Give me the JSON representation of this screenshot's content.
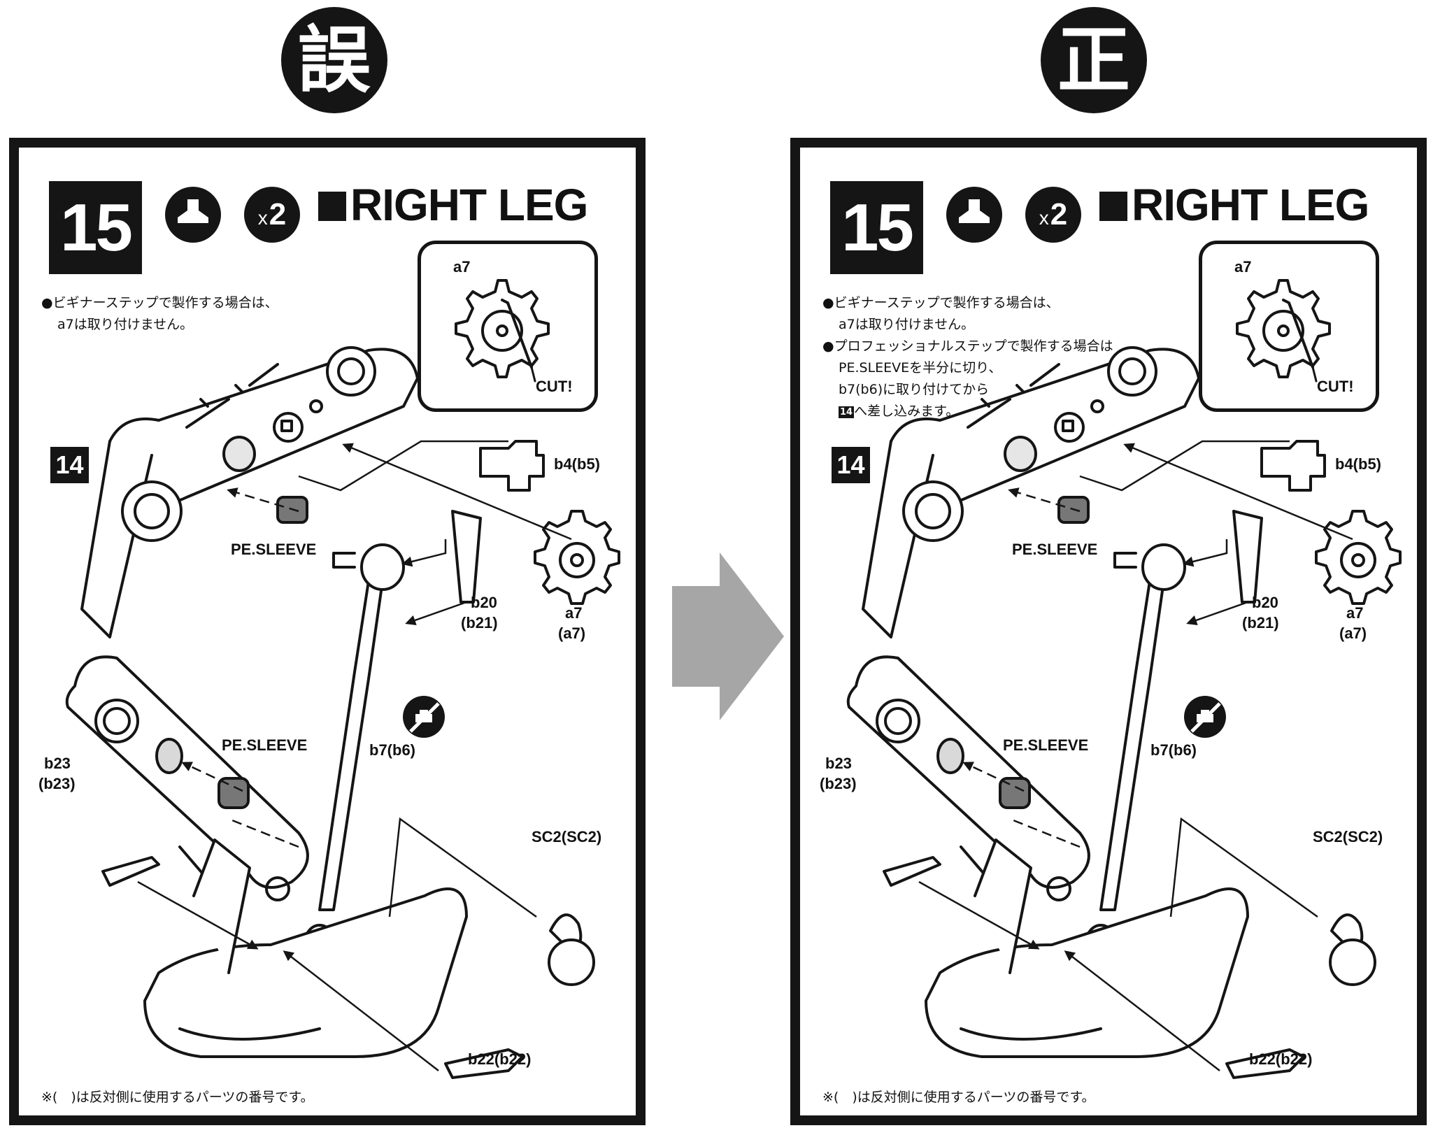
{
  "badges": {
    "wrong": "誤",
    "right": "正"
  },
  "step": {
    "number": "15",
    "mold_icon": "mold-piece-icon",
    "quantity_x": "x",
    "quantity_n": "2",
    "title": "RIGHT LEG",
    "prev_step_number": "14",
    "footnote": "※(　)は反対側に使用するパーツの番号です。"
  },
  "wrong_notes": {
    "bullet1": "●ビギナーステップで製作する場合は、",
    "bullet1_cont": "a7は取り付けません。"
  },
  "right_notes": {
    "bullet1": "●ビギナーステップで製作する場合は、",
    "bullet1_cont": "a7は取り付けません。",
    "bullet2": "●プロフェッショナルステップで製作する場合は",
    "bullet2_cont1": "PE.SLEEVEを半分に切り、",
    "bullet2_cont2": "b7(b6)に取り付けてから",
    "bullet2_cont3_box": "14",
    "bullet2_cont3": "へ差し込みます。"
  },
  "labels": {
    "a7_top": "a7",
    "cut": "CUT!",
    "b4": "b4(b5)",
    "pe_sleeve": "PE.SLEEVE",
    "b20": "b20",
    "b21": "(b21)",
    "a7": "a7",
    "a7_paren": "(a7)",
    "b7": "b7(b6)",
    "b23": "b23",
    "b23_paren": "(b23)",
    "sc2": "SC2(SC2)",
    "b22": "b22(b22)"
  },
  "icons": {
    "no_glue": "no-glue-icon",
    "arrow": "right-arrow-icon"
  },
  "colors": {
    "ink": "#151515",
    "arrow_gray": "#a6a6a6",
    "sleeve_gray": "#d9d9d9"
  }
}
